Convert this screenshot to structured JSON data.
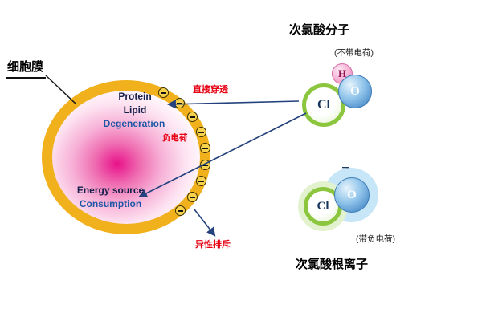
{
  "diagram": {
    "cell": {
      "membrane_label": "细胞膜",
      "protein": "Protein",
      "lipid": "Lipid",
      "degeneration": "Degeneration",
      "energy_source": "Energy source",
      "consumption": "Consumption"
    },
    "annotations": {
      "direct_penetration": "直接穿透",
      "negative_charge": "负电荷",
      "repulsion": "异性排斥"
    },
    "hclo_molecule": {
      "title": "次氯酸分子",
      "charge_note": "(不带电荷)",
      "atom_h": "H",
      "atom_cl": "Cl",
      "atom_o": "O"
    },
    "clo_ion": {
      "title": "次氯酸根离子",
      "charge_note": "(带负电荷)",
      "atom_cl": "Cl",
      "atom_o": "O",
      "minus_sign": "−"
    },
    "colors": {
      "membrane_yellow": "#F1B11C",
      "cell_pink": "#E8128A",
      "blue_text": "#1C57A5",
      "annotation_red": "#E60012",
      "arrow_navy": "#23427E",
      "chlorine_green": "#8CC63F",
      "oxygen_blue": "#3E82C4",
      "hydrogen_pink": "#F2A7CF",
      "ion_halo_blue": "#C7E6F7"
    }
  }
}
